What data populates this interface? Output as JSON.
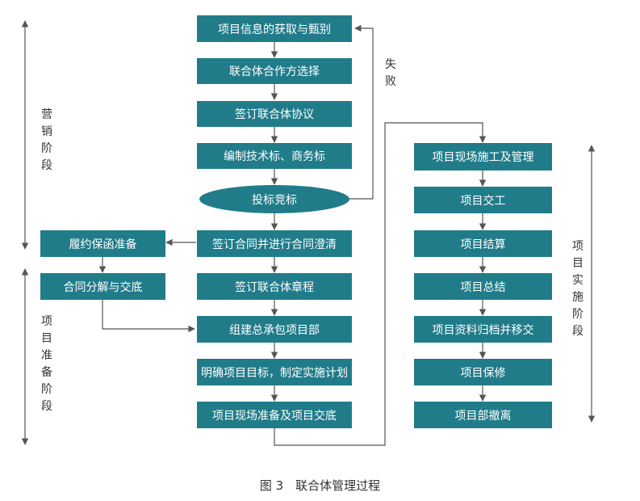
{
  "left_steps": {
    "s1": "项目信息的获取与甄别",
    "s2": "联合体合作方选择",
    "s3": "签订联合体协议",
    "s4": "编制技术标、商务标",
    "s5": "投标竞标",
    "s6": "签订合同并进行合同澄清",
    "s7": "签订联合体章程",
    "s8": "组建总承包项目部",
    "s9": "明确项目目标，制定实施计划",
    "s10": "项目现场准备及项目交底"
  },
  "side_steps": {
    "a1": "履约保函准备",
    "a2": "合同分解与交底"
  },
  "right_steps": {
    "r1": "项目现场施工及管理",
    "r2": "项目交工",
    "r3": "项目结算",
    "r4": "项目总结",
    "r5": "项目资料归档并移交",
    "r6": "项目保修",
    "r7": "项目部撤离"
  },
  "labels": {
    "fail": "失败",
    "marketing_stage": "营销阶段",
    "preparation_stage": "项目准备阶段",
    "implementation_stage": "项目实施阶段"
  },
  "caption": "图 3　联合体管理过程",
  "colors": {
    "box_fill": "#217c8a",
    "line": "#555555"
  }
}
